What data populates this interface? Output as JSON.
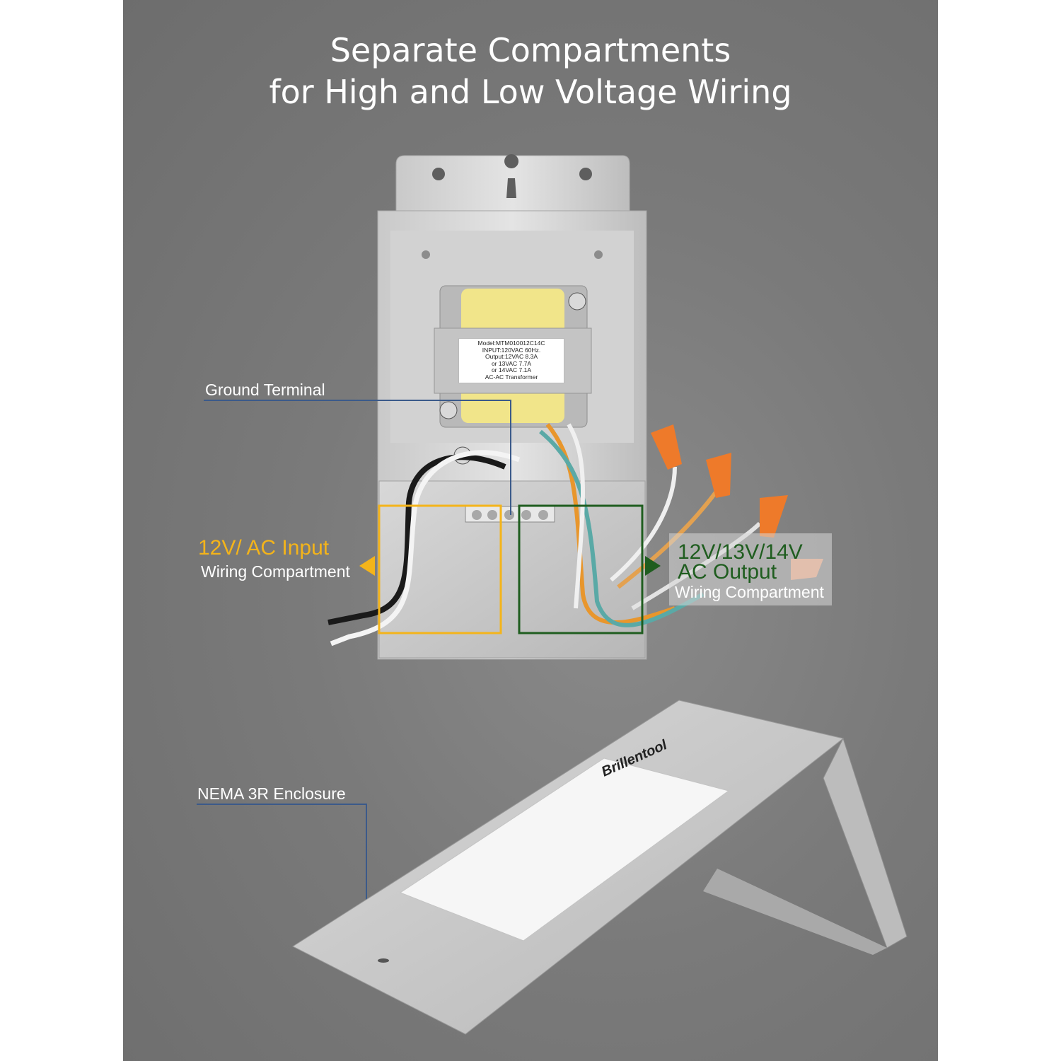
{
  "title": {
    "line1": "Separate Compartments",
    "line2": "for High and Low Voltage Wiring"
  },
  "callouts": {
    "ground": "Ground Terminal",
    "input_title": "12V/ AC Input",
    "input_sub": "Wiring Compartment",
    "output_title_1": "12V/13V/14V",
    "output_title_2": "AC Output",
    "output_sub": "Wiring Compartment",
    "enclosure": "NEMA 3R Enclosure"
  },
  "transformer_label": {
    "model": "Model:MTM010012C14C",
    "input": "INPUT:120VAC 60Hz.",
    "output1": "Output:12VAC 8.3A",
    "output2": "or 13VAC 7.7A",
    "output3": "or 14VAC 7.1A",
    "type": "AC-AC Transformer"
  },
  "cover_brand": "Brillentool",
  "colors": {
    "input_accent": "#f4b41a",
    "output_accent": "#1f5d1f",
    "callout_line": "#3b5a8a"
  }
}
